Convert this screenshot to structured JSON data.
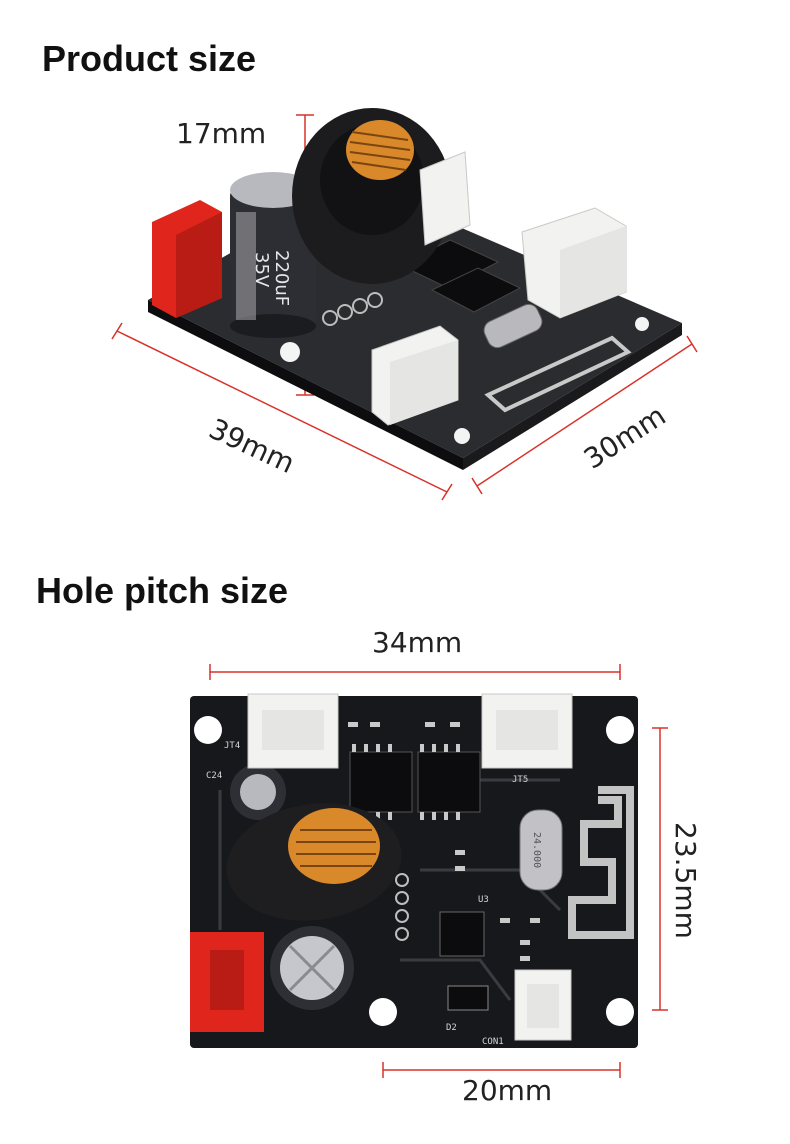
{
  "sections": {
    "product": {
      "title": "Product size",
      "height": "17mm",
      "length": "39mm",
      "width": "30mm"
    },
    "holes": {
      "title": "Hole pitch size",
      "top": "34mm",
      "side": "23.5mm",
      "bottom": "20mm"
    }
  },
  "board_labels": {
    "cap_rating_1": "220uF",
    "cap_rating_2": "35V",
    "jt4": "JT4",
    "jt5": "JT5",
    "con1": "CON1",
    "c24": "C24",
    "u3": "U3",
    "d2": "D2",
    "crystal": "24.000"
  },
  "colors": {
    "dimension_line": "#d8322a",
    "pcb": "#17181b",
    "connector_white": "#f2f2f0",
    "connector_red": "#e0261c",
    "coil_copper": "#d9882a"
  }
}
